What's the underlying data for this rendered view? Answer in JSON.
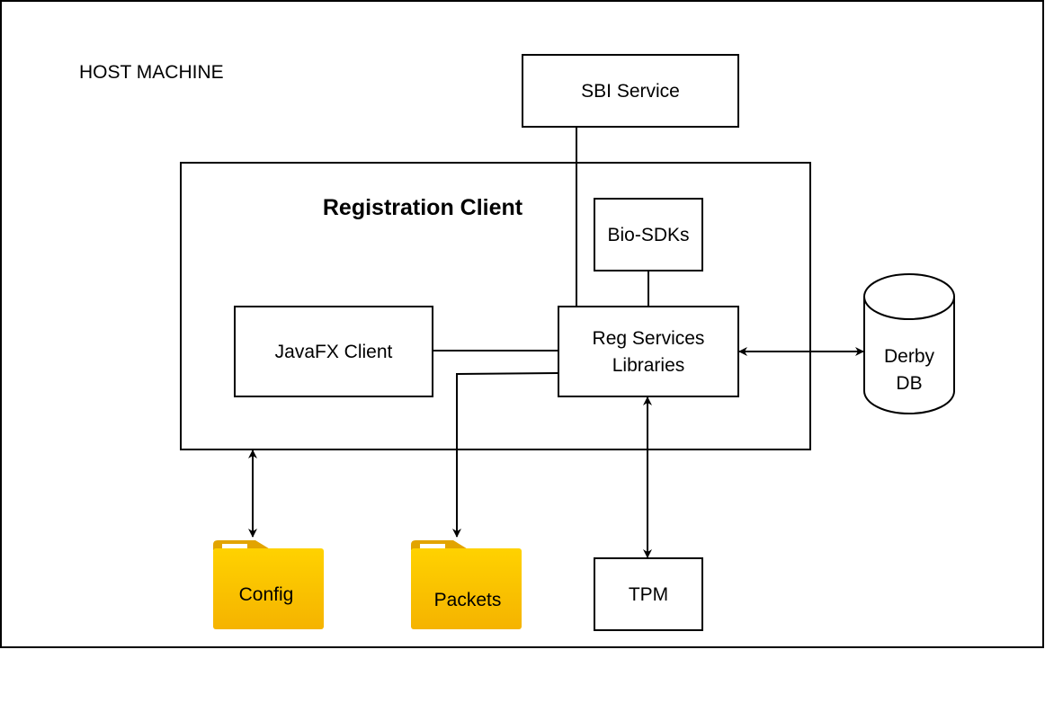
{
  "colors": {
    "stroke": "#000000",
    "background": "#ffffff",
    "folder_body": "#fdc500",
    "folder_body_bottom": "#f4b400",
    "folder_tab": "#e6a800",
    "folder_label_slot": "#ffffff"
  },
  "host": {
    "label": "HOST MACHINE"
  },
  "registration_client": {
    "title": "Registration Client"
  },
  "nodes": {
    "sbi_service": "SBI Service",
    "bio_sdks": "Bio-SDKs",
    "javafx_client": "JavaFX Client",
    "reg_services": [
      "Reg Services",
      "Libraries"
    ],
    "derby_db": [
      "Derby",
      "DB"
    ],
    "tpm": "TPM",
    "config": "Config",
    "packets": "Packets"
  },
  "icons": {
    "config": "folder-icon",
    "packets": "folder-icon",
    "derby_db": "database-cylinder-icon"
  },
  "edges": [
    {
      "from": "sbi_service",
      "to": "reg_services",
      "arrow": "none"
    },
    {
      "from": "bio_sdks",
      "to": "reg_services",
      "arrow": "none"
    },
    {
      "from": "javafx_client",
      "to": "reg_services",
      "arrow": "none"
    },
    {
      "from": "reg_services",
      "to": "derby_db",
      "arrow": "both"
    },
    {
      "from": "reg_services",
      "to": "tpm",
      "arrow": "both"
    },
    {
      "from": "reg_services",
      "to": "packets",
      "arrow": "end"
    },
    {
      "from": "registration_client",
      "to": "config",
      "arrow": "both"
    }
  ]
}
